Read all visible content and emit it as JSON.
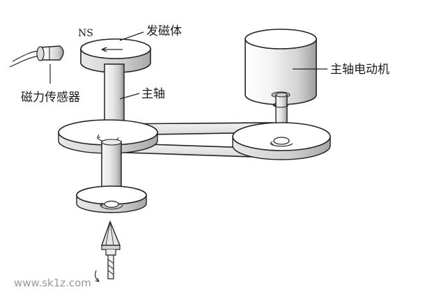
{
  "labels": {
    "ns": "NS",
    "magnet": "发磁体",
    "sensor": "磁力传感器",
    "spindle": "主轴",
    "motor": "主轴电动机"
  },
  "watermark": "www.sk1z.com",
  "colors": {
    "line": "#222222",
    "shade_light": "#efefef",
    "shade_mid": "#d8d8d8",
    "shade_dark": "#b5b5b5",
    "watermark": "#9a9a9a"
  }
}
